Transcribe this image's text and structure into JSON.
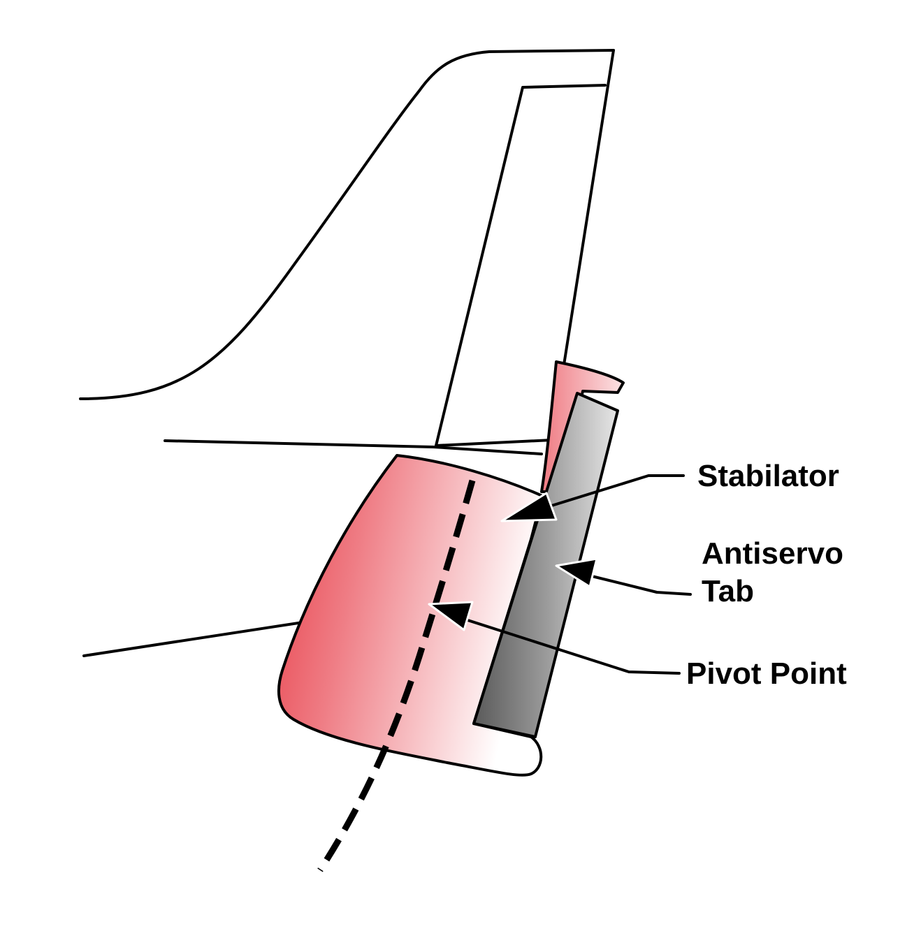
{
  "labels": {
    "stabilator": "Stabilator",
    "antiservo_line1": "Antiservo",
    "antiservo_line2": "Tab",
    "pivot_point": "Pivot Point"
  },
  "colors": {
    "stabilator_red": "#e8404a",
    "stabilator_light": "#ffffff",
    "tab_dark": "#5a5a5a",
    "tab_light": "#e6e6e6",
    "outline": "#000000"
  }
}
